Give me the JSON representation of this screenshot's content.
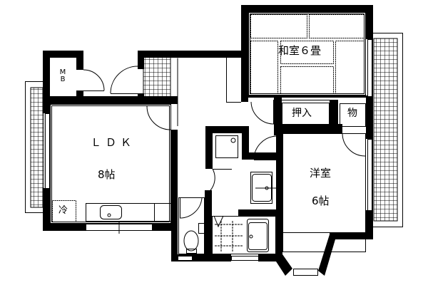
{
  "floorplan": {
    "rooms": {
      "ldk": {
        "name": "ＬＤＫ",
        "size": "8帖"
      },
      "washitsu": {
        "name": "和室６畳"
      },
      "youshitsu": {
        "name": "洋室",
        "size": "6帖"
      },
      "oshiire": {
        "name": "押入"
      },
      "monooki": {
        "name": "物"
      },
      "mb": {
        "name_line1": "M",
        "name_line2": "B"
      },
      "refrigerator": {
        "name": "冷"
      }
    },
    "colors": {
      "wall": "#000000",
      "background": "#ffffff"
    }
  }
}
